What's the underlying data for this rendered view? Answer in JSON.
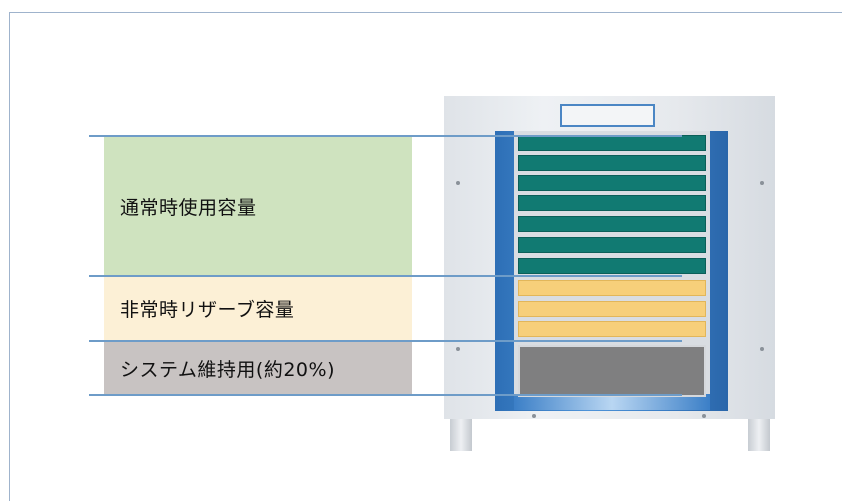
{
  "labels": {
    "normal_capacity": "通常時使用容量",
    "emergency_reserve": "非常時リザーブ容量",
    "system_maintenance": "システム維持用(約20%)"
  },
  "colors": {
    "normal_bg": "#cfe3bf",
    "reserve_bg": "#fcf0d6",
    "system_bg": "#c8c3c2",
    "cell_green": "#117a72",
    "cell_yellow": "#f7cf7a",
    "cell_gray": "#7f7f80",
    "frame_blue": "#3b7fc7",
    "guide_line": "#6e9cc8"
  },
  "battery": {
    "green_cells": 7,
    "yellow_cells": 3,
    "gray_cells": 1
  }
}
